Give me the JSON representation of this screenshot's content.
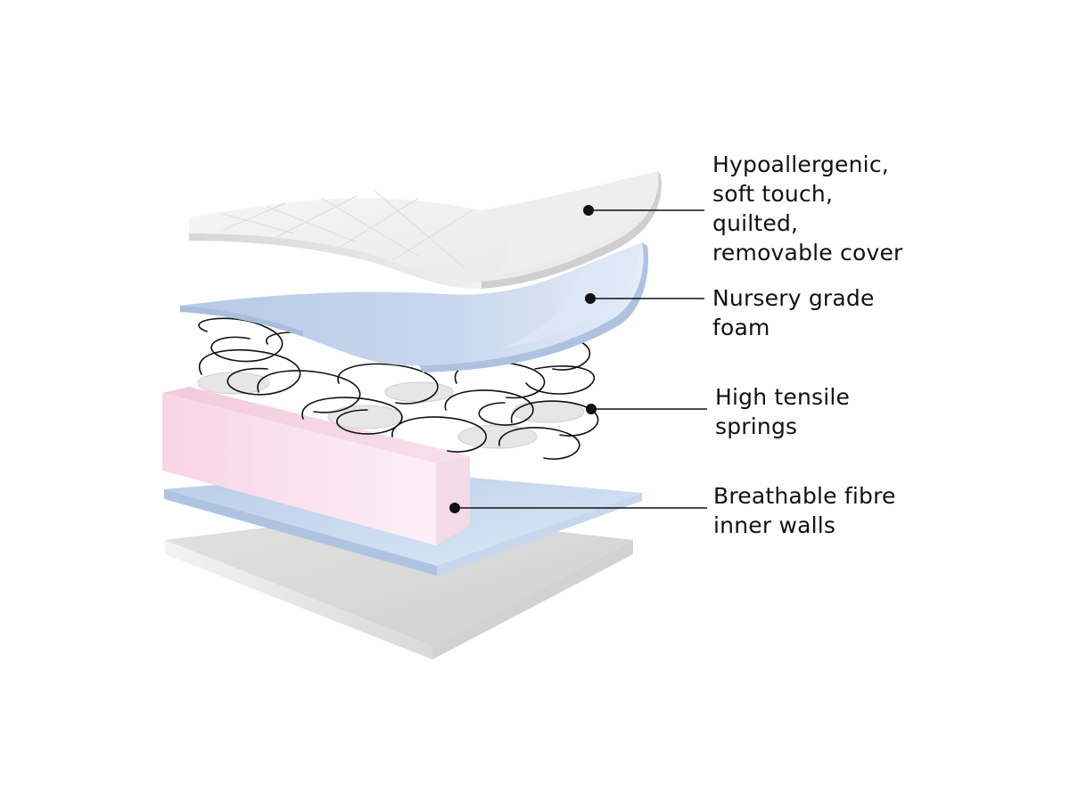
{
  "diagram": {
    "layers": [
      {
        "id": "cover",
        "lines": [
          "Hypoallergenic,",
          "soft touch,",
          "quilted,",
          "removable cover"
        ]
      },
      {
        "id": "foam",
        "lines": [
          "Nursery grade",
          "foam"
        ]
      },
      {
        "id": "springs",
        "lines": [
          "High tensile",
          "springs"
        ]
      },
      {
        "id": "walls",
        "lines": [
          "Breathable fibre",
          "inner walls"
        ]
      }
    ],
    "colors": {
      "cover": "#f2f2f2",
      "foam": "#c3d3ea",
      "walls": "#f8dcea",
      "base_sheet": "#cfdff3",
      "base_board": "#e3e3e3",
      "spring_wire": "#111111",
      "leader_line": "#111111"
    }
  }
}
